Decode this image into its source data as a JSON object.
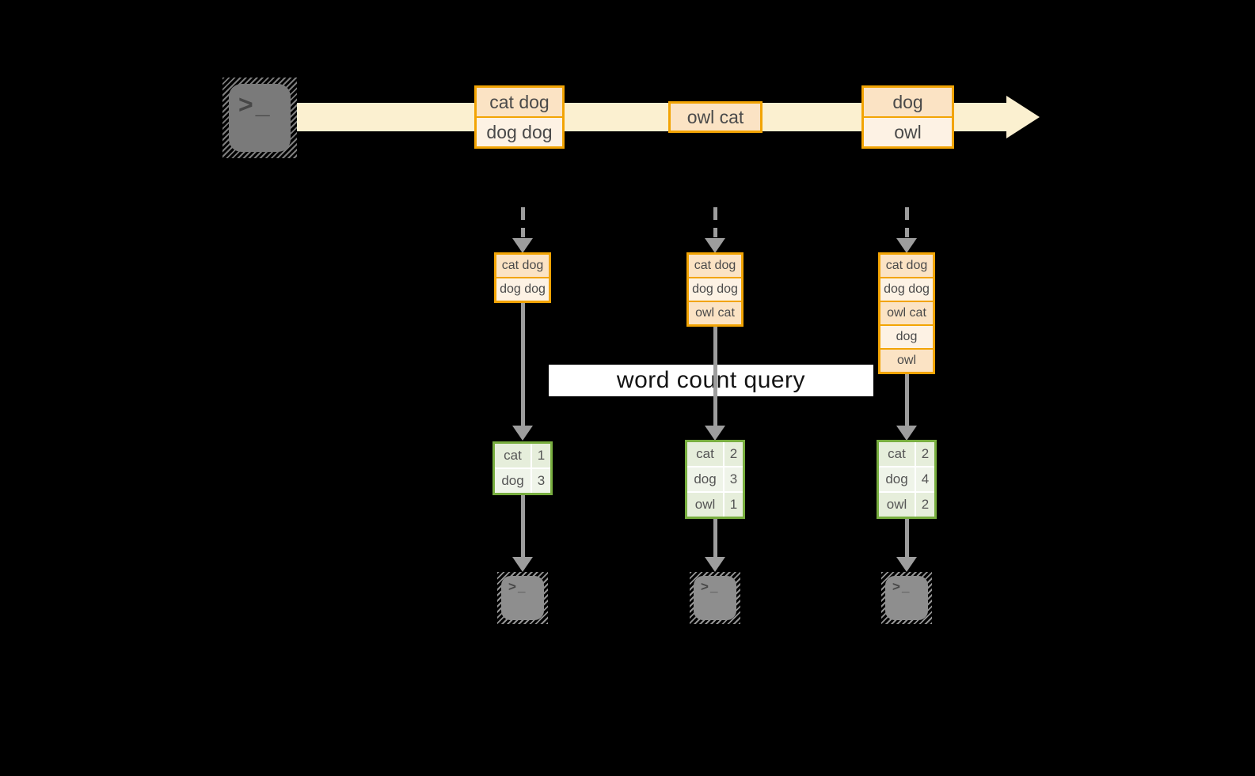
{
  "banner": {
    "label": "word count query"
  },
  "terminal": {
    "prompt": ">",
    "cursor": "_"
  },
  "stream_events": [
    [
      "cat dog",
      "dog dog"
    ],
    [
      "owl cat"
    ],
    [
      "dog",
      "owl"
    ]
  ],
  "columns": [
    {
      "buffer": [
        "cat dog",
        "dog dog"
      ],
      "counts": [
        {
          "word": "cat",
          "value": "1"
        },
        {
          "word": "dog",
          "value": "3"
        }
      ]
    },
    {
      "buffer": [
        "cat dog",
        "dog dog",
        "owl cat"
      ],
      "counts": [
        {
          "word": "cat",
          "value": "2"
        },
        {
          "word": "dog",
          "value": "3"
        },
        {
          "word": "owl",
          "value": "1"
        }
      ]
    },
    {
      "buffer": [
        "cat dog",
        "dog dog",
        "owl cat",
        "dog",
        "owl"
      ],
      "counts": [
        {
          "word": "cat",
          "value": "2"
        },
        {
          "word": "dog",
          "value": "4"
        },
        {
          "word": "owl",
          "value": "2"
        }
      ]
    }
  ],
  "colors": {
    "accent_orange": "#f2a404",
    "fill_peach_dark": "#fbe3c4",
    "fill_peach_light": "#fdf2e4",
    "band_cream": "#fbf0d0",
    "accent_green": "#78ae3f",
    "fill_green_dark": "#e6eedb",
    "fill_green_light": "#eff4e9",
    "arrow_gray": "#9d9d9d"
  }
}
